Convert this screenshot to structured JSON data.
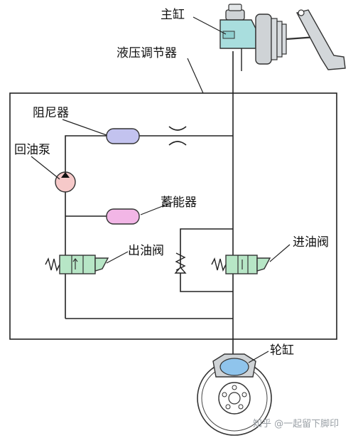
{
  "labels": {
    "master_cylinder": "主缸",
    "hydraulic_modulator": "液压调节器",
    "damper": "阻尼器",
    "return_pump": "回油泵",
    "accumulator": "蓄能器",
    "outlet_valve": "出油阀",
    "inlet_valve": "进油阀",
    "wheel_cylinder": "轮缸"
  },
  "watermark": "知乎 @一起留下脚印",
  "colors": {
    "line": "#222222",
    "valve_green": "#b7e6c6",
    "damper_blue": "#c3c3ef",
    "accumulator_pink": "#f2b6e6",
    "pump_pink": "#f6c9c9",
    "cylinder_teal": "#a9dede",
    "metal_gray": "#cfd3d6",
    "disc_blue": "#8fc4ec"
  }
}
